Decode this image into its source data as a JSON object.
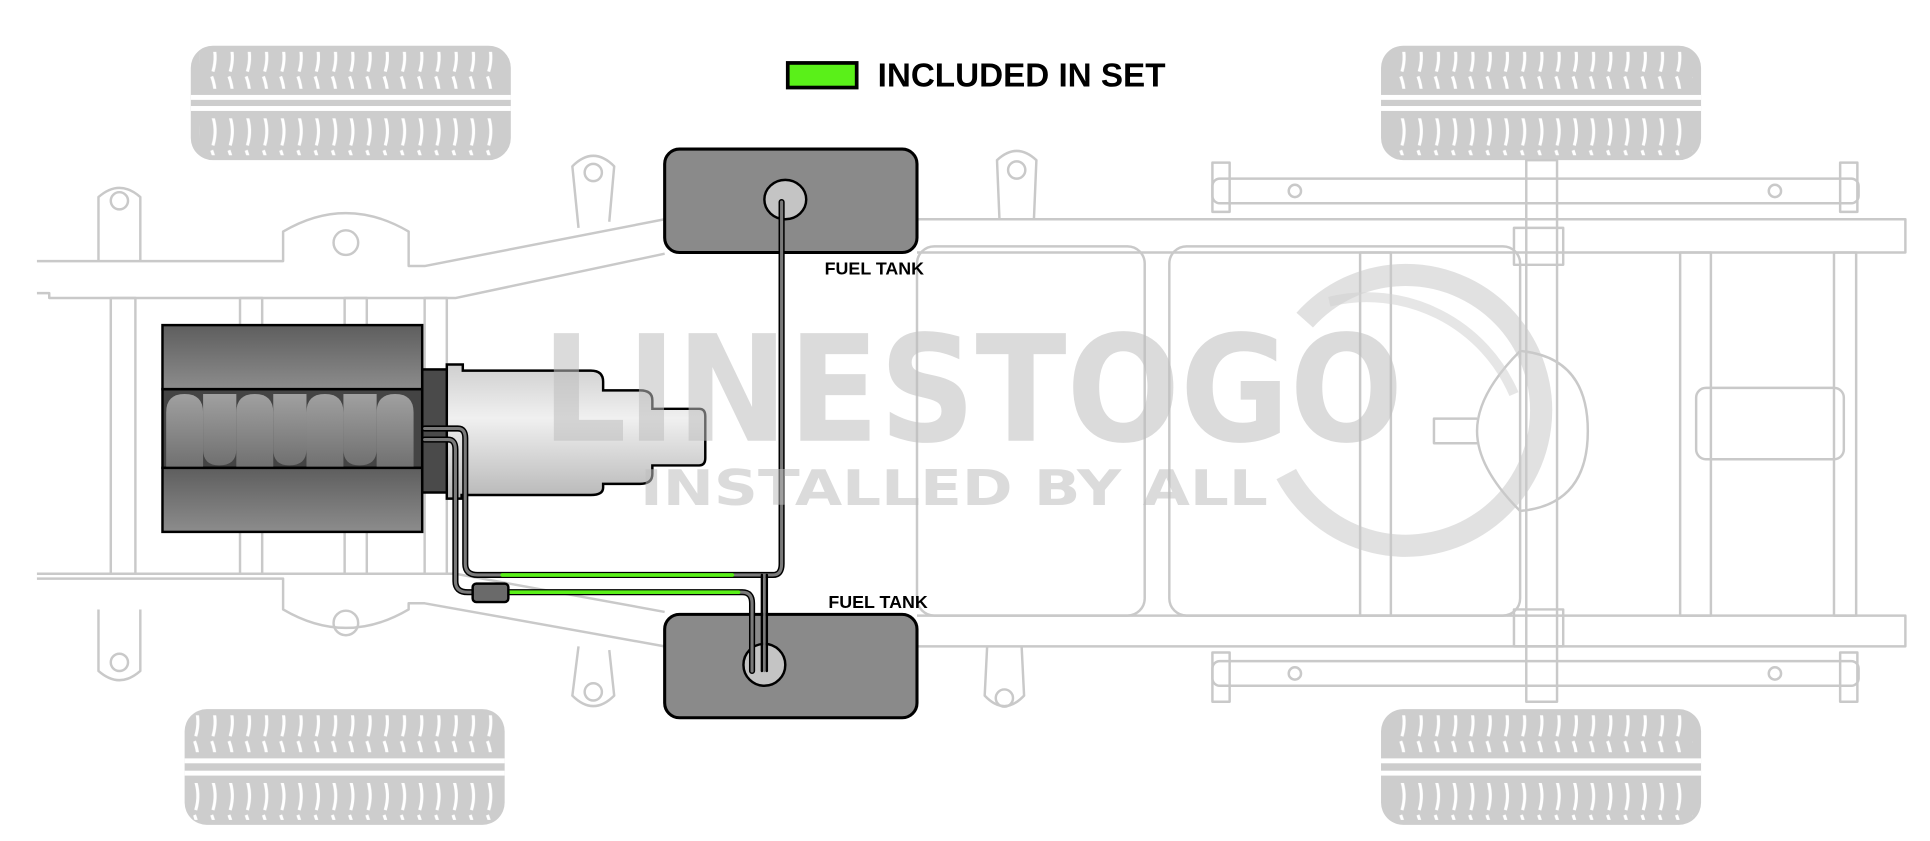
{
  "legend": {
    "label": "INCLUDED IN SET",
    "swatch_color": "#5af019"
  },
  "tanks": [
    {
      "label": "FUEL TANK",
      "position": "front"
    },
    {
      "label": "FUEL TANK",
      "position": "rear"
    }
  ],
  "watermark": {
    "brand": "LINESTOGO",
    "tagline": "INSTALLED BY ALL"
  },
  "colors": {
    "tank": "#8a8a8a",
    "line": "#6e6e6e",
    "included": "#5af019",
    "frame": "#c9c9c9"
  }
}
